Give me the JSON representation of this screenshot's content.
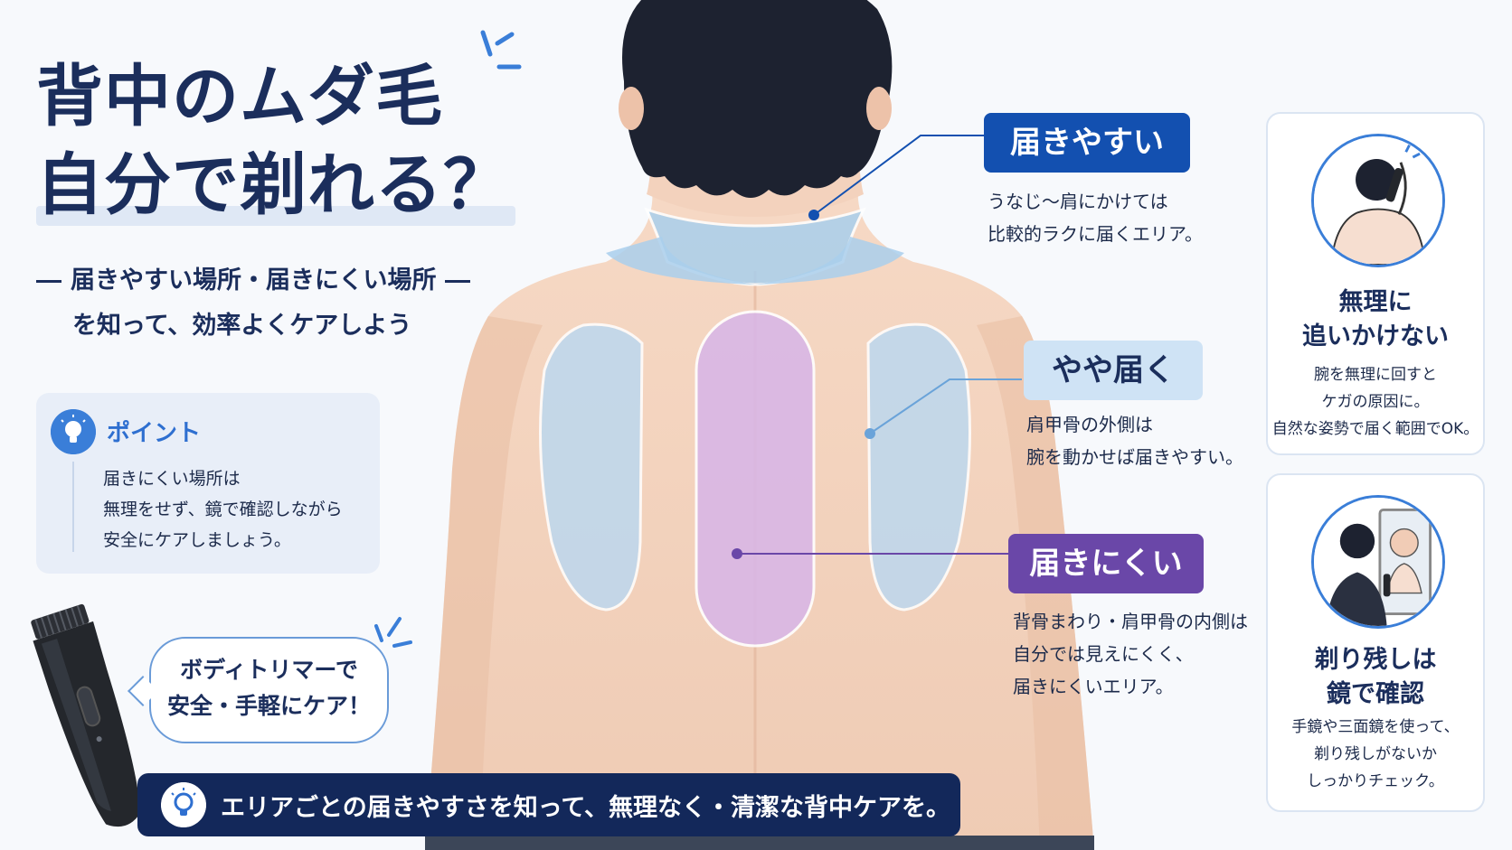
{
  "title": {
    "line1": "背中のムダ毛",
    "line2": "自分で剃れる？"
  },
  "subtitle": {
    "line1": "届きやすい場所・届きにくい場所",
    "line2": "を知って、効率よくケアしよう"
  },
  "point": {
    "title": "ポイント",
    "lines": [
      "届きにくい場所は",
      "無理をせず、鏡で確認しながら",
      "安全にケアしましょう。"
    ],
    "icon": "lightbulb-icon"
  },
  "bubble": {
    "lines": [
      "ボディトリマーで",
      "安全・手軽にケア！"
    ]
  },
  "banner": {
    "text": "エリアごとの届きやすさを知って、無理なく・清潔な背中ケアを。",
    "icon": "lightbulb-icon"
  },
  "zones": {
    "easy": {
      "label": "届きやすい",
      "lines": [
        "うなじ〜肩にかけては",
        "比較的ラクに届くエリア。"
      ],
      "color": "#1350b0"
    },
    "mid": {
      "label": "やや届く",
      "lines": [
        "肩甲骨の外側は",
        "腕を動かせば届きやすい。"
      ],
      "color": "#cfe3f5"
    },
    "hard": {
      "label": "届きにくい",
      "lines": [
        "背骨まわり・肩甲骨の内側は",
        "自分では見えにくく、",
        "届きにくいエリア。"
      ],
      "color": "#6a47a8"
    }
  },
  "cards": [
    {
      "title_lines": [
        "無理に",
        "追いかけない"
      ],
      "lines": [
        "腕を無理に回すと",
        "ケガの原因に。",
        "自然な姿勢で届く範囲でOK。"
      ]
    },
    {
      "title_lines": [
        "剃り残しは",
        "鏡で確認"
      ],
      "lines": [
        "手鏡や三面鏡を使って、",
        "剃り残しがないか",
        "しっかりチェック。"
      ]
    }
  ]
}
